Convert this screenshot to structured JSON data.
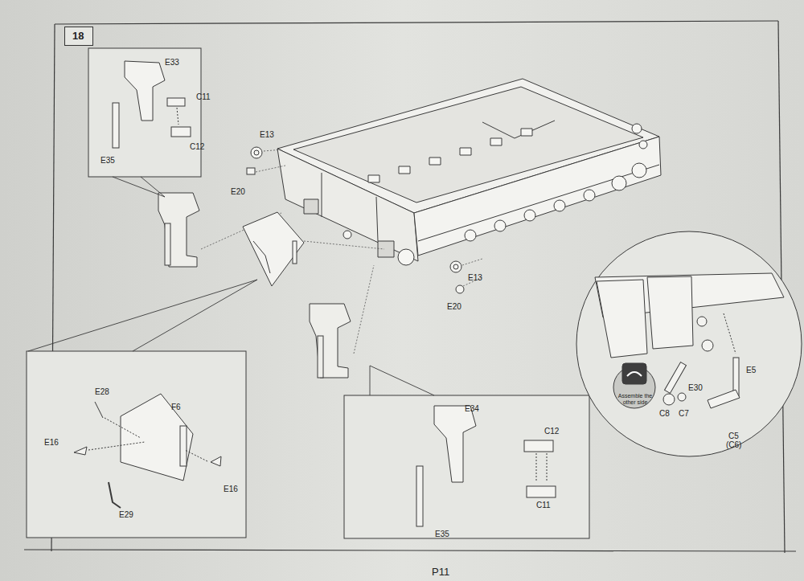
{
  "diagram": {
    "nodes": [
      {
        "text": [
          "18"
        ]
      }
    ],
    "edges": [],
    "labels": [
      "E33",
      "C11",
      "C12",
      "E35",
      "E13",
      "E20",
      "E13",
      "E20",
      "E28",
      "F6",
      "E16",
      "E16",
      "E29",
      "E34",
      "C12",
      "C11",
      "E35",
      "E5",
      "E30",
      "C8",
      "C7",
      "C5",
      "(C6)",
      "Assemble the other side",
      "P11"
    ]
  }
}
